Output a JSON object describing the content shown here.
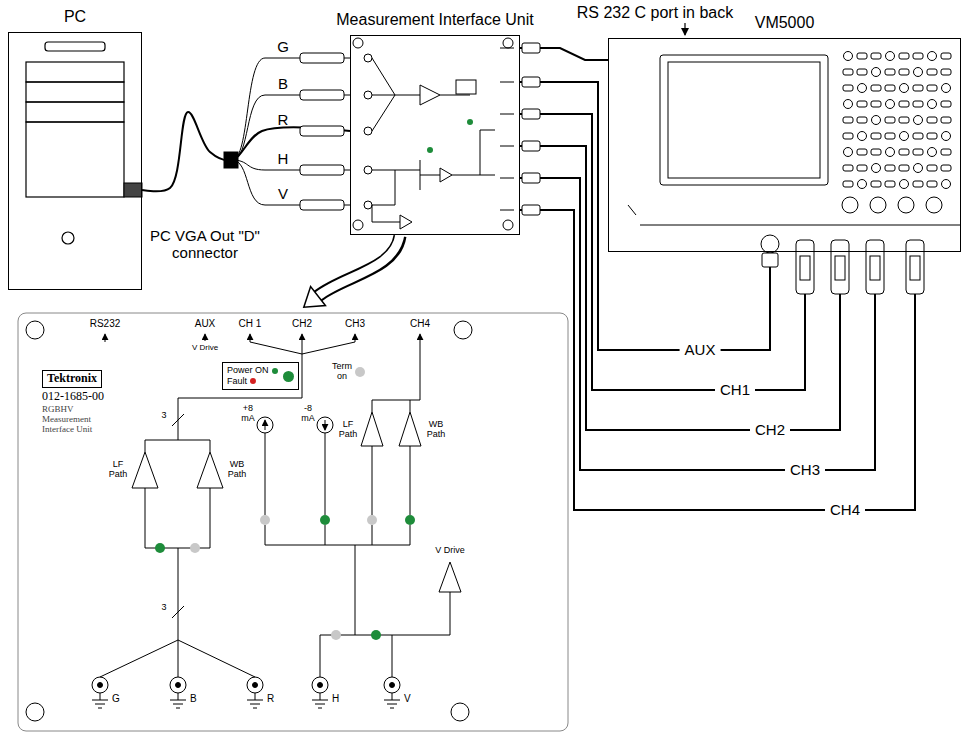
{
  "diagram": {
    "nodes": [
      {
        "text": [
          "PC"
        ]
      },
      {
        "text": [
          "Measurement Interface Unit"
        ]
      },
      {
        "text": [
          "VM5000"
        ]
      },
      {
        "text": [
          "Tektronix",
          "012-1685-00",
          "RGBHV Measurement Interface Unit"
        ]
      },
      {
        "text": [
          "Power ON",
          "Fault"
        ]
      }
    ],
    "edges": [
      {
        "from": 0,
        "to": 1,
        "arrow": "none"
      },
      {
        "from": 1,
        "to": 2,
        "arrow": "none"
      },
      {
        "from": 1,
        "to": 2,
        "arrow": "none",
        "label": "AUX"
      },
      {
        "from": 1,
        "to": 2,
        "arrow": "none",
        "label": "CH1"
      },
      {
        "from": 1,
        "to": 2,
        "arrow": "none",
        "label": "CH2"
      },
      {
        "from": 1,
        "to": 2,
        "arrow": "none",
        "label": "CH3"
      },
      {
        "from": 1,
        "to": 2,
        "arrow": "none",
        "label": "CH4"
      }
    ],
    "labels": [
      "RS 232 C port in back",
      "G",
      "B",
      "R",
      "H",
      "V",
      "PC VGA Out \"D\" connector",
      "RS232",
      "AUX",
      "V Drive",
      "CH 1",
      "CH2",
      "CH3",
      "CH4",
      "3",
      "LF Path",
      "WB Path",
      "Term on",
      "+8 mA",
      "-8 mA",
      "LF Path",
      "WB Path",
      "3",
      "V Drive",
      "G",
      "B",
      "R",
      "H",
      "V"
    ]
  }
}
